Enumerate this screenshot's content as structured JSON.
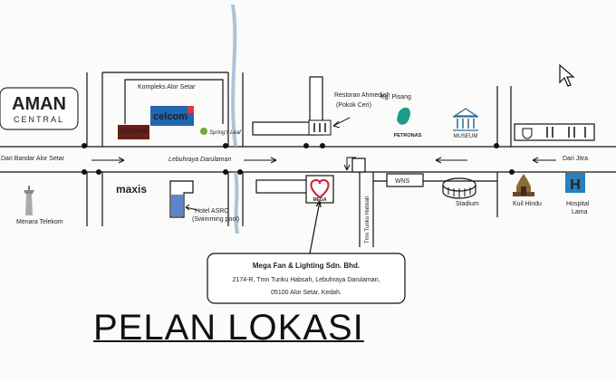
{
  "title": "PELAN LOKASI",
  "landmarks": {
    "aman_top": "AMAN",
    "aman_bottom": "CENTRAL",
    "kompleks": "Kompleks Alor Setar",
    "oldtown": "OLDTOWN",
    "oldtown_sub": "WHITE COFFEE",
    "celcom": "celcom",
    "spring": "Spring's Leaf",
    "restoran1": "Restoran Ahmediah",
    "restoran2": "(Pokok Ceri)",
    "kgpisang": "Kg. Pisang",
    "petronas": "PETRONAS",
    "museum": "MUSEUM",
    "maxis": "maxis",
    "hotel1": "Hotel ASRC",
    "hotel2": "(Swimming pool)",
    "mega": "MEGA",
    "wns": "WNS",
    "tmn": "Tmn Tunku Habsah",
    "stadium": "Stadium",
    "kuil": "Kuil Hindu",
    "hospital1": "Hospital",
    "hospital2": "Lama",
    "menara": "Menara Telekom"
  },
  "roads": {
    "from_west": "Dari Bandar Alor Setar",
    "main": "Lebuhraya Darulaman",
    "from_east": "Dari Jitra"
  },
  "address": {
    "company": "Mega Fan & Lighting Sdn. Bhd.",
    "line1": "2174-R, Tmn Tunku Habsah, Lebuhraya Darulaman,",
    "line2": "05100 Alor Setar, Kedah."
  },
  "colors": {
    "aman_teal": "#1e7f86",
    "aman_purple": "#7b3d8c",
    "celcom": "#1f66b3",
    "oldtown": "#6b1f15",
    "maxis": "#1c8b3a",
    "hotel": "#5b86c9",
    "mega": "#d02030",
    "petronas": "#1b9c8c",
    "museum": "#2c6c9a",
    "hospital": "#2a7fbf",
    "river": "#8aaccb"
  }
}
